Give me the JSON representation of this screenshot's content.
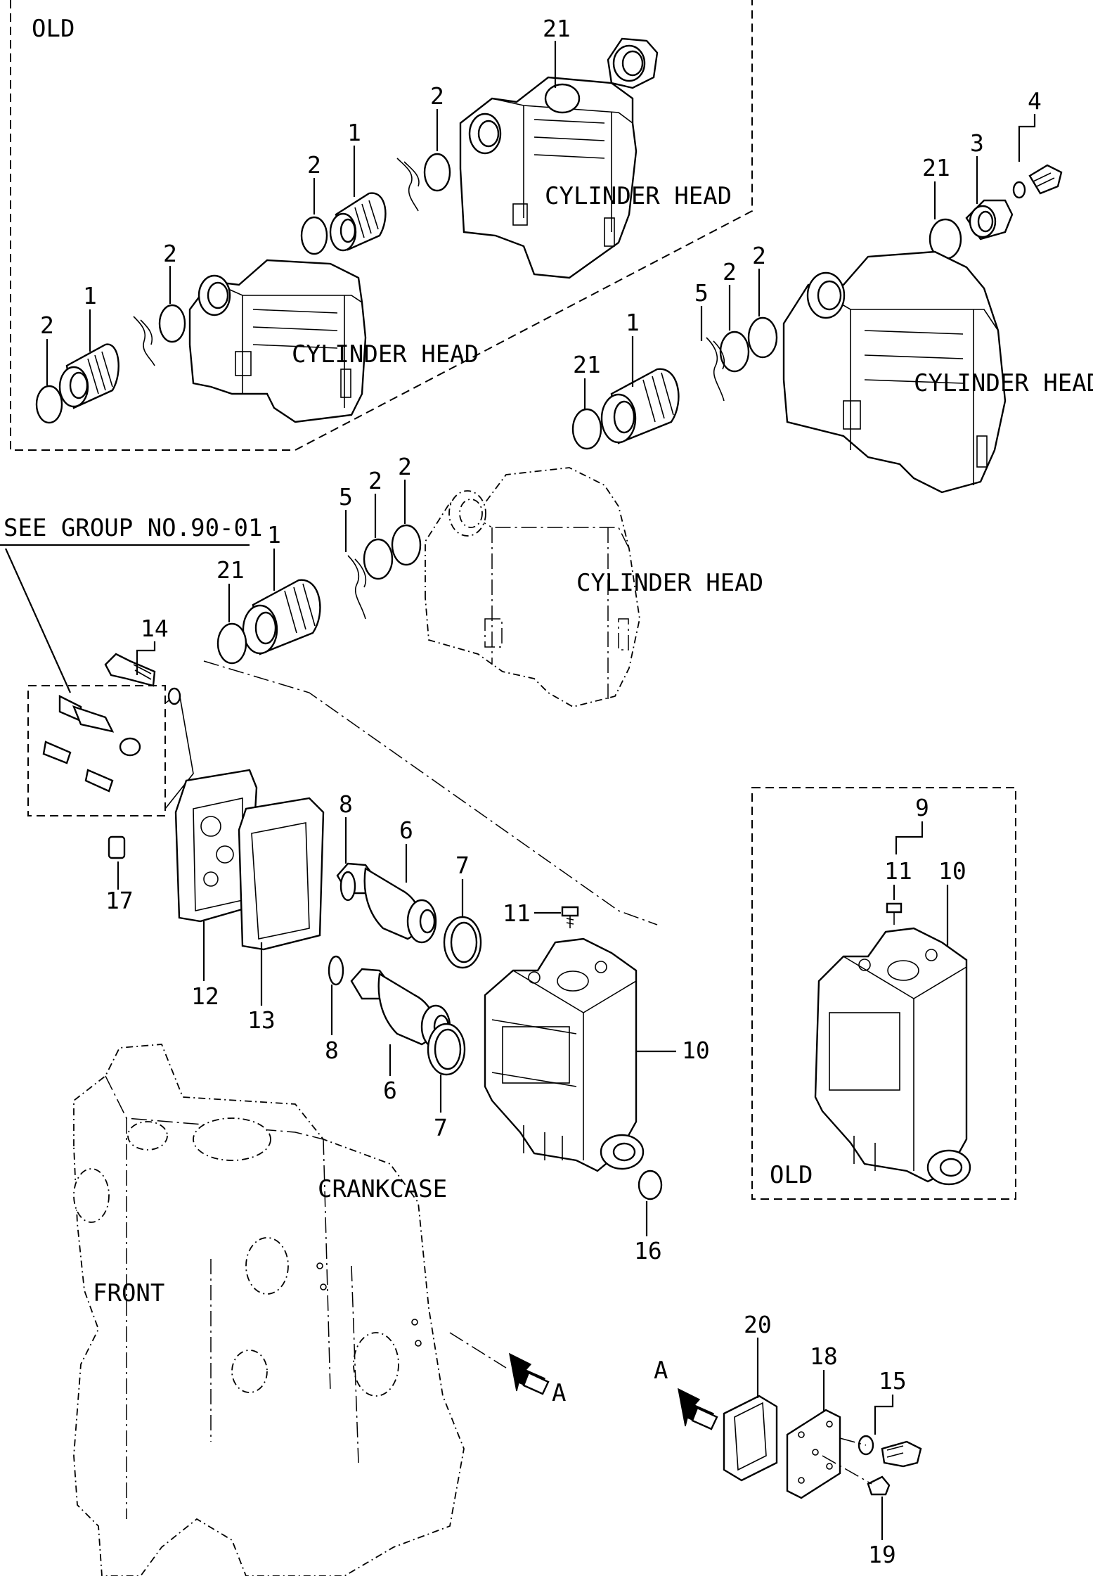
{
  "labels": {
    "old_top": "OLD",
    "old_right": "OLD",
    "see_group": "SEE GROUP NO.90-01",
    "cyl_head_1": "CYLINDER HEAD",
    "cyl_head_2": "CYLINDER HEAD",
    "cyl_head_3": "CYLINDER HEAD",
    "cyl_head_4": "CYLINDER HEAD",
    "crankcase": "CRANKCASE",
    "front": "FRONT",
    "view_a_left": "A",
    "view_a_right": "A"
  },
  "callouts": [
    {
      "id": "c21-top",
      "text": "21"
    },
    {
      "id": "c2-top-a",
      "text": "2"
    },
    {
      "id": "c1-top",
      "text": "1"
    },
    {
      "id": "c2-top-b",
      "text": "2"
    },
    {
      "id": "c2-left-a",
      "text": "2"
    },
    {
      "id": "c1-left",
      "text": "1"
    },
    {
      "id": "c2-left-b",
      "text": "2"
    },
    {
      "id": "c4",
      "text": "4"
    },
    {
      "id": "c3",
      "text": "3"
    },
    {
      "id": "c21-right",
      "text": "21"
    },
    {
      "id": "c5-mid",
      "text": "5"
    },
    {
      "id": "c2-mid-a",
      "text": "2"
    },
    {
      "id": "c2-mid-b",
      "text": "2"
    },
    {
      "id": "c1-mid",
      "text": "1"
    },
    {
      "id": "c21-mid",
      "text": "21"
    },
    {
      "id": "c5-low",
      "text": "5"
    },
    {
      "id": "c2-low-a",
      "text": "2"
    },
    {
      "id": "c2-low-b",
      "text": "2"
    },
    {
      "id": "c1-low",
      "text": "1"
    },
    {
      "id": "c21-low",
      "text": "21"
    },
    {
      "id": "c14",
      "text": "14"
    },
    {
      "id": "c8-top",
      "text": "8"
    },
    {
      "id": "c6-top",
      "text": "6"
    },
    {
      "id": "c7-top",
      "text": "7"
    },
    {
      "id": "c11",
      "text": "11"
    },
    {
      "id": "c17",
      "text": "17"
    },
    {
      "id": "c12",
      "text": "12"
    },
    {
      "id": "c13",
      "text": "13"
    },
    {
      "id": "c8-bot",
      "text": "8"
    },
    {
      "id": "c6-bot",
      "text": "6"
    },
    {
      "id": "c7-bot",
      "text": "7"
    },
    {
      "id": "c10",
      "text": "10"
    },
    {
      "id": "c16",
      "text": "16"
    },
    {
      "id": "c9",
      "text": "9"
    },
    {
      "id": "c11-old",
      "text": "11"
    },
    {
      "id": "c10-old",
      "text": "10"
    },
    {
      "id": "c20",
      "text": "20"
    },
    {
      "id": "c18",
      "text": "18"
    },
    {
      "id": "c15",
      "text": "15"
    },
    {
      "id": "c19",
      "text": "19"
    }
  ]
}
